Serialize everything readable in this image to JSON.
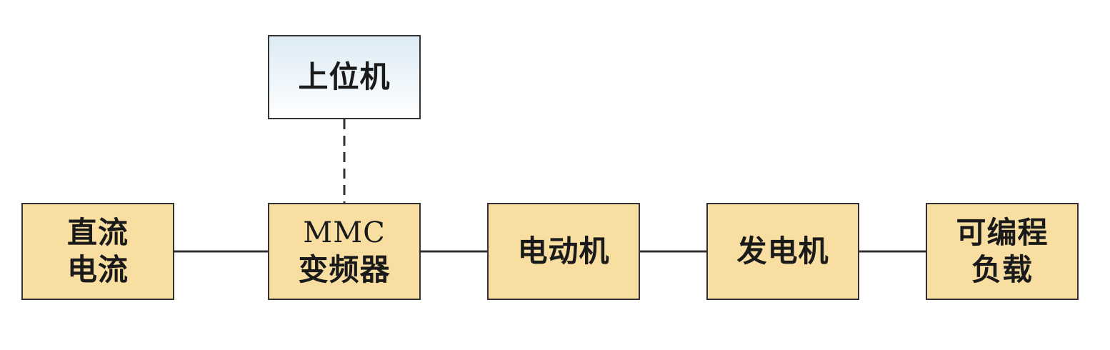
{
  "diagram": {
    "host": {
      "lines": [
        "上位机"
      ]
    },
    "blocks": [
      {
        "id": "dc-current",
        "lines": [
          "直流",
          "电流"
        ]
      },
      {
        "id": "mmc-inverter",
        "lines": [
          "MMC",
          "变频器"
        ]
      },
      {
        "id": "motor",
        "lines": [
          "电动机"
        ]
      },
      {
        "id": "generator",
        "lines": [
          "发电机"
        ]
      },
      {
        "id": "programmable-load",
        "lines": [
          "可编程",
          "负载"
        ]
      }
    ],
    "colors": {
      "block_fill": "#f8dea1",
      "host_fill_top": "#dcebf5",
      "host_fill_bottom": "#ffffff",
      "border": "#333333",
      "connector": "#333333"
    }
  }
}
